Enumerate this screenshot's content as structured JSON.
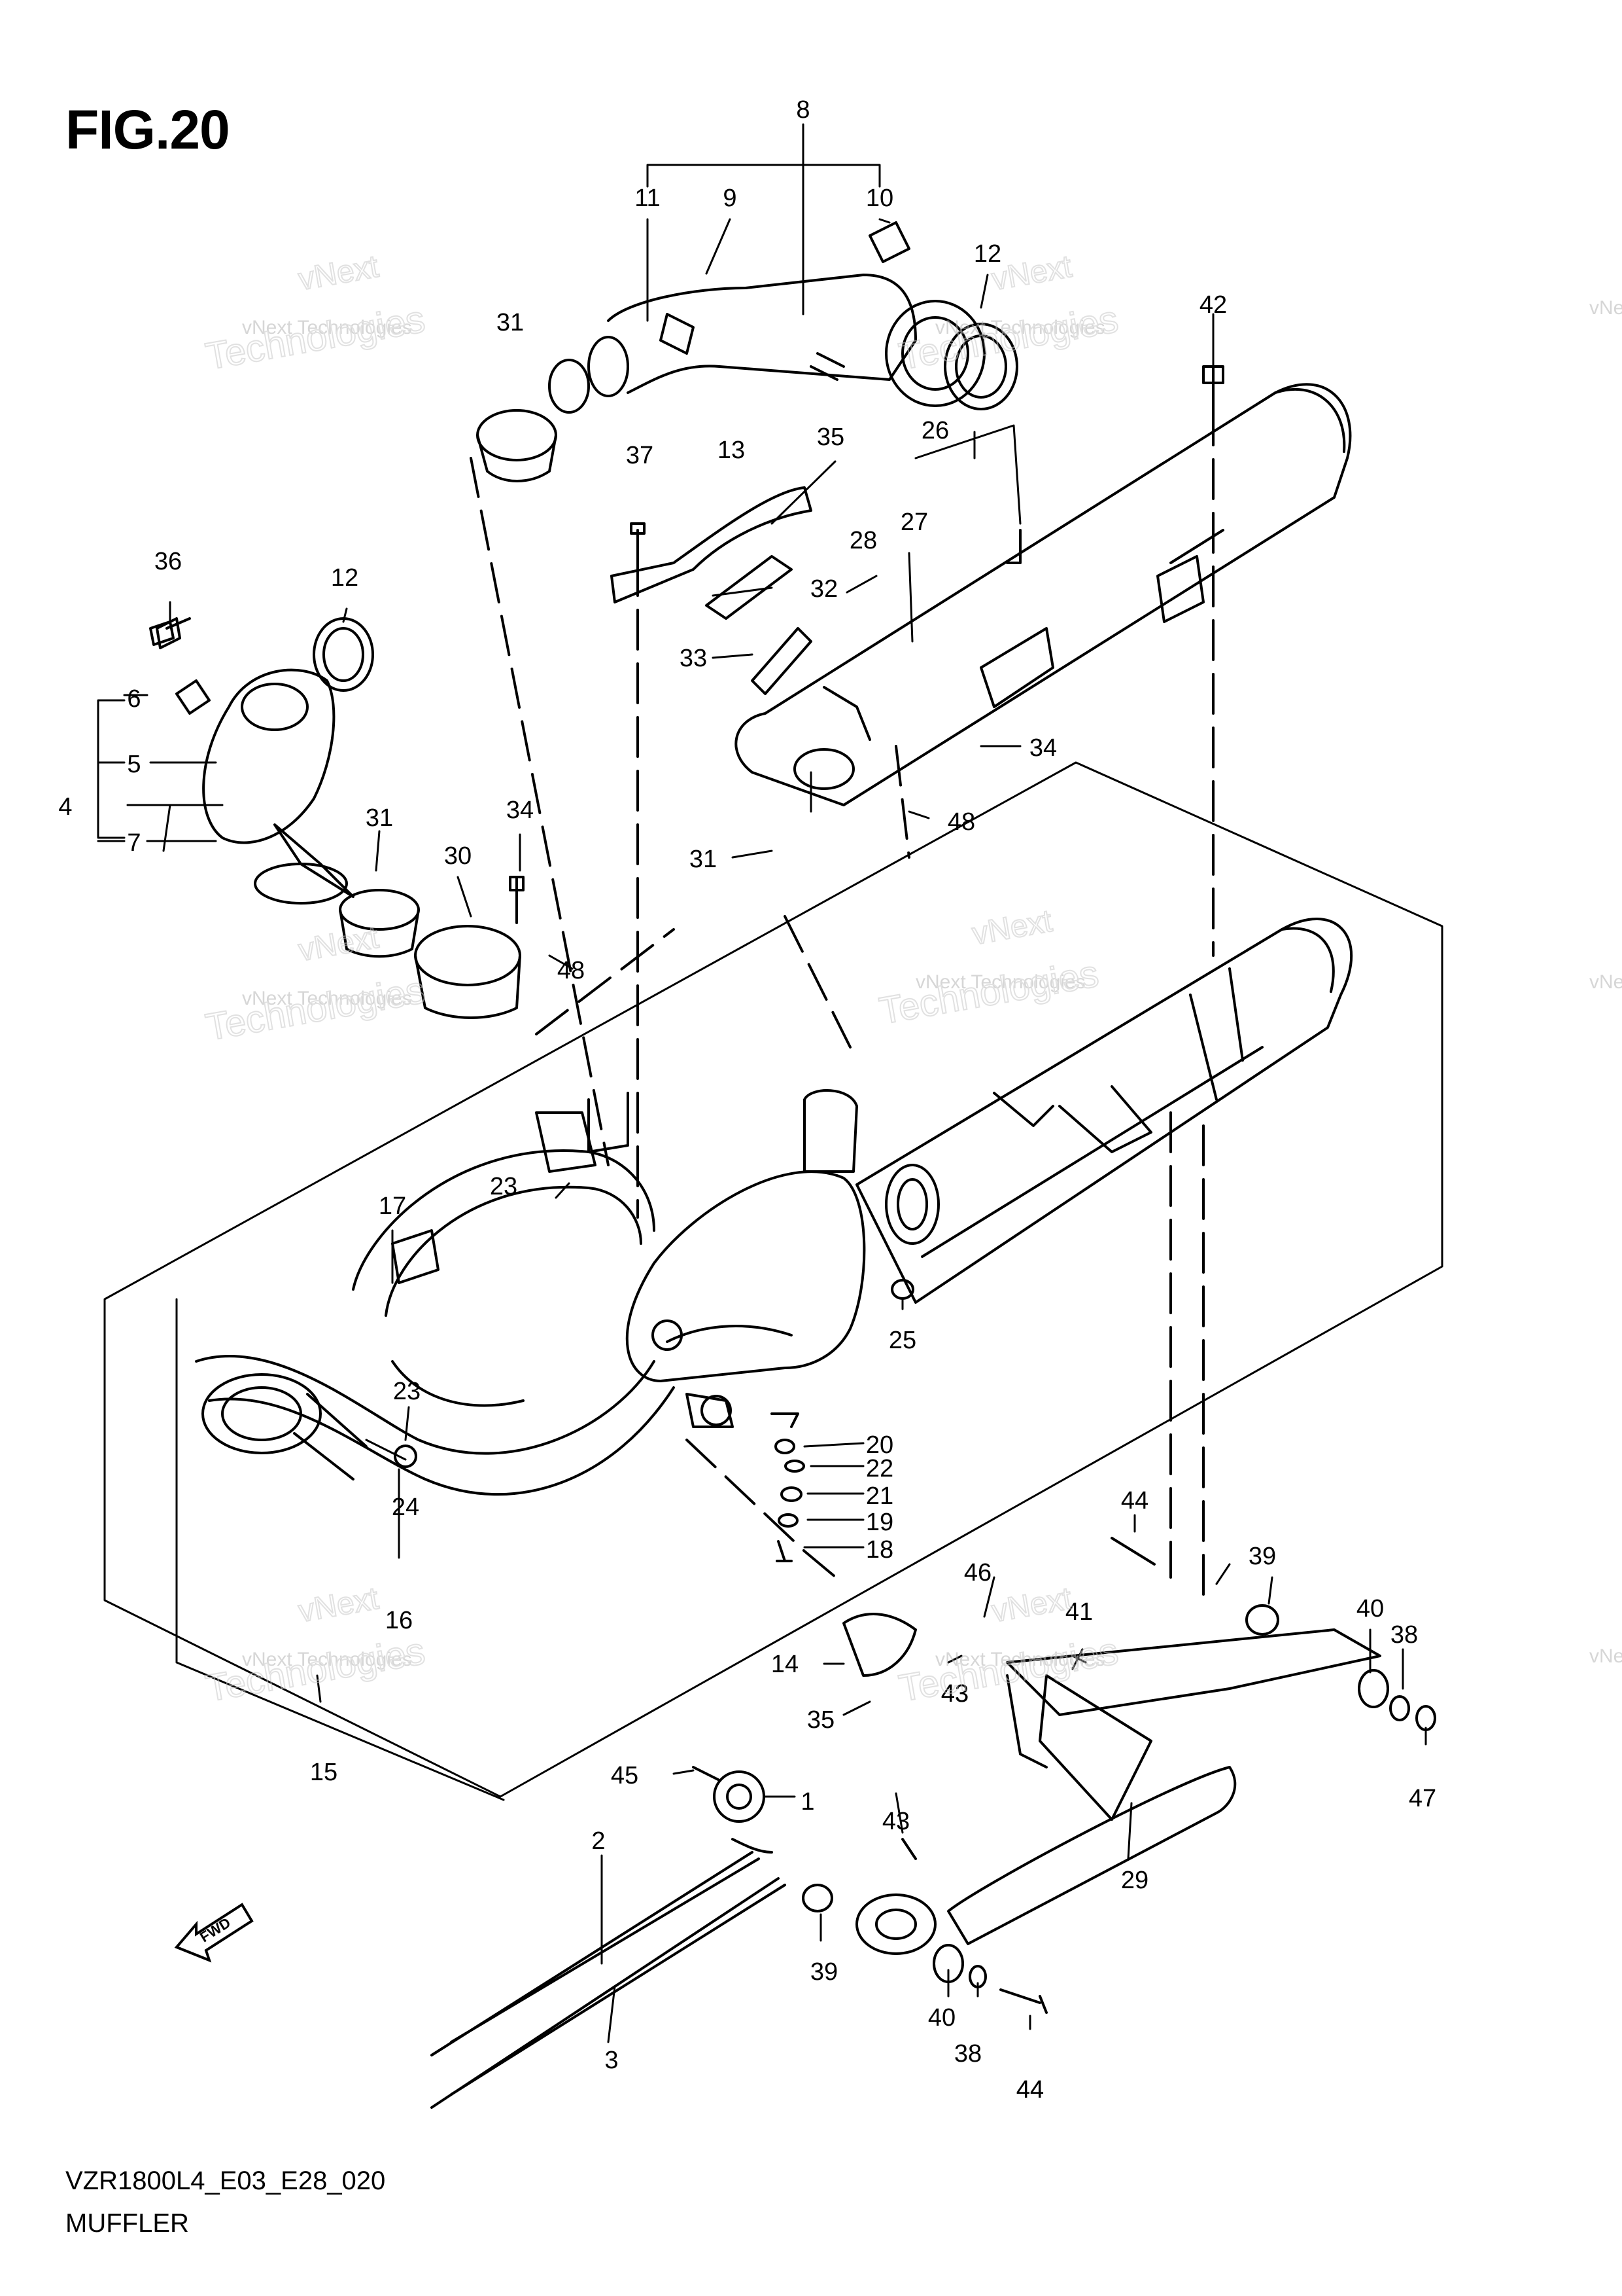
{
  "figure": {
    "title": "FIG.20",
    "code": "VZR1800L4_E03_E28_020",
    "name": "MUFFLER",
    "fwd_label": "FWD"
  },
  "watermark": {
    "line1": "vNext Technologies",
    "line2": "vNext",
    "line3": "Technologies"
  },
  "callouts": [
    "1",
    "2",
    "3",
    "4",
    "5",
    "6",
    "7",
    "8",
    "9",
    "10",
    "11",
    "12",
    "12",
    "13",
    "14",
    "15",
    "16",
    "17",
    "18",
    "19",
    "20",
    "21",
    "22",
    "23",
    "23",
    "24",
    "25",
    "26",
    "27",
    "28",
    "29",
    "30",
    "31",
    "31",
    "31",
    "32",
    "33",
    "34",
    "34",
    "35",
    "35",
    "36",
    "37",
    "38",
    "38",
    "39",
    "39",
    "40",
    "40",
    "41",
    "42",
    "43",
    "43",
    "43",
    "44",
    "44",
    "44",
    "45",
    "46",
    "47",
    "48",
    "48"
  ]
}
